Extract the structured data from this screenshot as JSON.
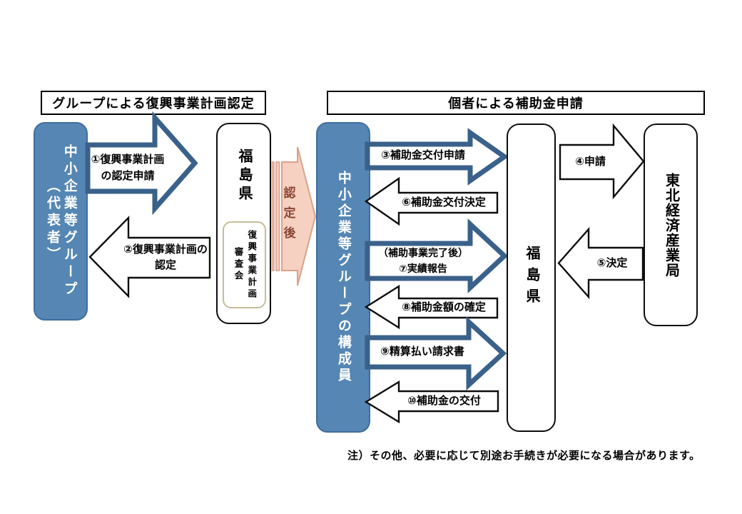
{
  "headers": {
    "left": "グループによる復興事業計画認定",
    "right": "個者による補助金申請"
  },
  "entities": {
    "group_rep": "中小企業等グループ\n（代表者）",
    "fukushima_pref_1": "福島県",
    "review_board": "復興事業計画\n審査会",
    "group_members": "中小企業等グループの構成員",
    "fukushima_pref_2": "福島県",
    "tohoku_bureau": "東北経済産業局"
  },
  "transition": {
    "label": "認定後"
  },
  "arrows": {
    "a1": "①復興事業計画\nの認定申請",
    "a2": "②復興事業計画の\n認定",
    "a3": "③補助金交付申請",
    "a4": "④申請",
    "a5": "⑤決定",
    "a6": "⑥補助金交付決定",
    "a7": "（補助事業完了後）\n⑦実績報告",
    "a8": "⑧補助金額の確定",
    "a9": "⑨精算払い請求書",
    "a10": "⑩補助金の交付"
  },
  "note": "注）その他、必要に応じて別途お手続きが必要になる場合があります。",
  "colors": {
    "entity_blue": "#5586b4",
    "entity_blue_border": "#3f6e9e",
    "arrow_blue_border": "#3a618a",
    "transition_pink_fill": "#f6d0c0",
    "transition_pink_border": "#dba18a",
    "transition_text": "#8a4634",
    "review_box_border": "#c4bd97"
  }
}
